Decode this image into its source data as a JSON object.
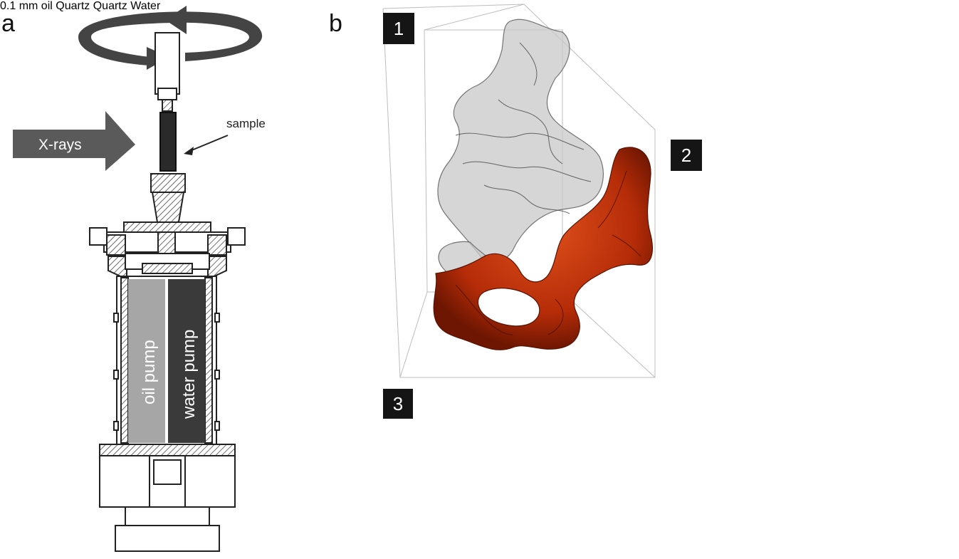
{
  "panel_a": {
    "letter": "a",
    "xray_label": "X-rays",
    "sample_label": "sample",
    "oil_pump_label": "oil pump",
    "water_pump_label": "water pump"
  },
  "panel_b": {
    "letter": "b",
    "views": [
      {
        "number": "1"
      },
      {
        "number": "2"
      },
      {
        "number": "3"
      }
    ],
    "inset": {
      "oil_label": "oil",
      "quartz_right_label": "Quartz",
      "quartz_left_label": "Quartz",
      "water_label": "Water"
    },
    "scale_bar_label": "0.1 mm"
  },
  "colors": {
    "oil": "#c8320c",
    "oil_dark": "#7a1a04",
    "gas_transparent": "#b8b8b8",
    "quartz_text": "#2fc02f",
    "water_text": "#1010c8",
    "oil_text": "#f5c518",
    "oil_pump_fill": "#a6a6a6",
    "water_pump_fill": "#3a3a3a",
    "xray_arrow": "#5a5a5a"
  }
}
